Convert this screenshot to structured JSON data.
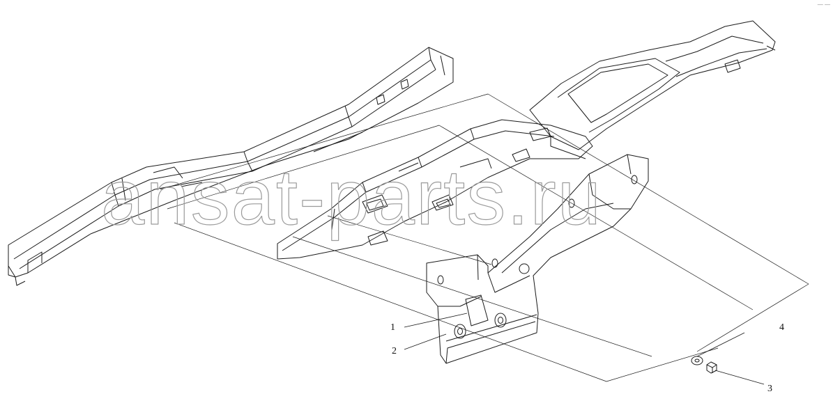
{
  "diagram": {
    "callouts": [
      {
        "id": "1",
        "label": "1"
      },
      {
        "id": "2",
        "label": "2"
      },
      {
        "id": "3",
        "label": "3"
      },
      {
        "id": "4",
        "label": "4"
      }
    ],
    "watermark": "ansat-parts.ru",
    "corner_mark": "— ―",
    "colors": {
      "line": "#1a1a1a",
      "watermark": "#9a9a9a",
      "background": "#ffffff"
    }
  }
}
